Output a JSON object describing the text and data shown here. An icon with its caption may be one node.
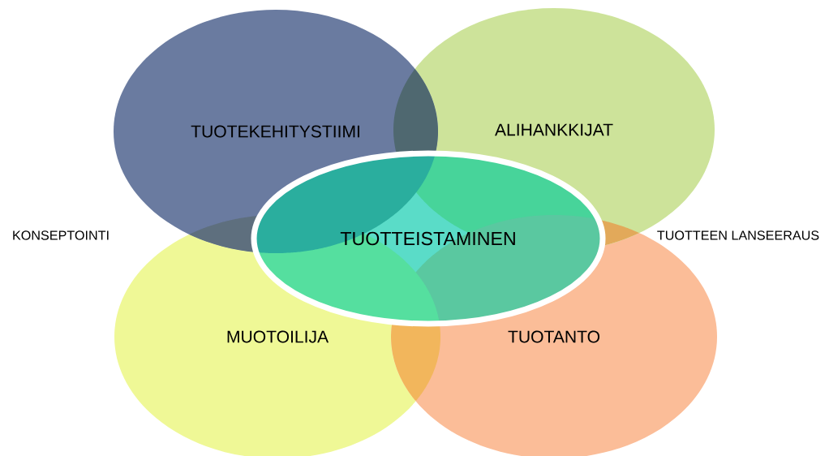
{
  "diagram": {
    "nodes": [
      {
        "text": [
          "TUOTEKEHITYSTIIMI"
        ]
      },
      {
        "text": [
          "ALIHANKKIJAT"
        ]
      },
      {
        "text": [
          "MUOTOILIJA"
        ]
      },
      {
        "text": [
          "TUOTANTO"
        ]
      },
      {
        "text": [
          "TUOTTEISTAMINEN"
        ]
      }
    ],
    "labels": [
      "KONSEPTOINTI",
      "TUOTTEEN LANSEERAUS"
    ]
  }
}
